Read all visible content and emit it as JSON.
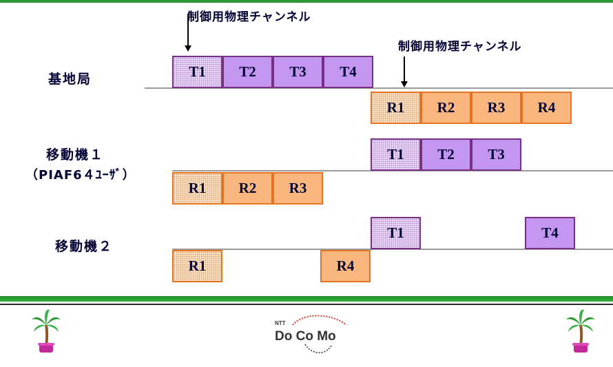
{
  "annotations": {
    "control_channel_1": "制御用物理チャンネル",
    "control_channel_2": "制御用物理チャンネル"
  },
  "rows": {
    "base_station": "基地局",
    "mobile1_line1": "移動機１",
    "mobile1_line2": "（PIAF6４ﾕｰｻﾞ）",
    "mobile2": "移動機２"
  },
  "base_station": {
    "tx": [
      "T1",
      "T2",
      "T3",
      "T4"
    ],
    "rx": [
      "R1",
      "R2",
      "R3",
      "R4"
    ]
  },
  "mobile1": {
    "tx": [
      "T1",
      "T2",
      "T3"
    ],
    "rx": [
      "R1",
      "R2",
      "R3"
    ]
  },
  "mobile2": {
    "tx": [
      "T1",
      "T4"
    ],
    "rx": [
      "R1",
      "R4"
    ]
  },
  "logo": {
    "small": "NTT",
    "main": "Do Co Mo"
  },
  "colors": {
    "tx_fill": "#c396f0",
    "tx_border": "#7a2f86",
    "rx_fill": "#f9b77f",
    "rx_border": "#e6731f",
    "timeline": "#9b9b9b",
    "bar_green": "#2f9a35"
  },
  "icons": [
    "palm-tree-icon",
    "docomo-logo"
  ]
}
